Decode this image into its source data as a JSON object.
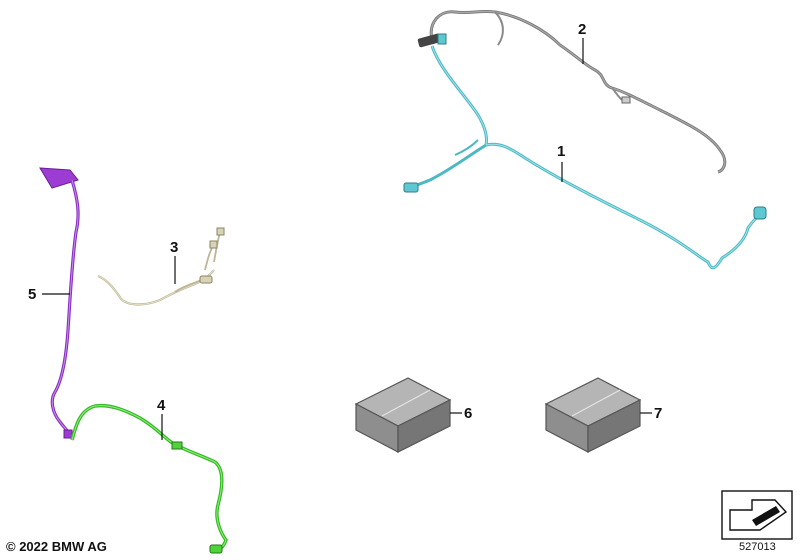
{
  "callouts": {
    "part1": "1",
    "part2": "2",
    "part3": "3",
    "part4": "4",
    "part5": "5",
    "part6": "6",
    "part7": "7"
  },
  "footer": {
    "copyright": "© 2022 BMW AG",
    "diagram_number": "527013"
  },
  "colors": {
    "cable1": "#5ec8d2",
    "cable2": "#8a8a8a",
    "cable3": "#cfc8a8",
    "cable4": "#4fd23a",
    "cable5": "#a43fd6",
    "box": "#8e8e8e"
  },
  "icons": {
    "navigation": "arrow-icon"
  }
}
